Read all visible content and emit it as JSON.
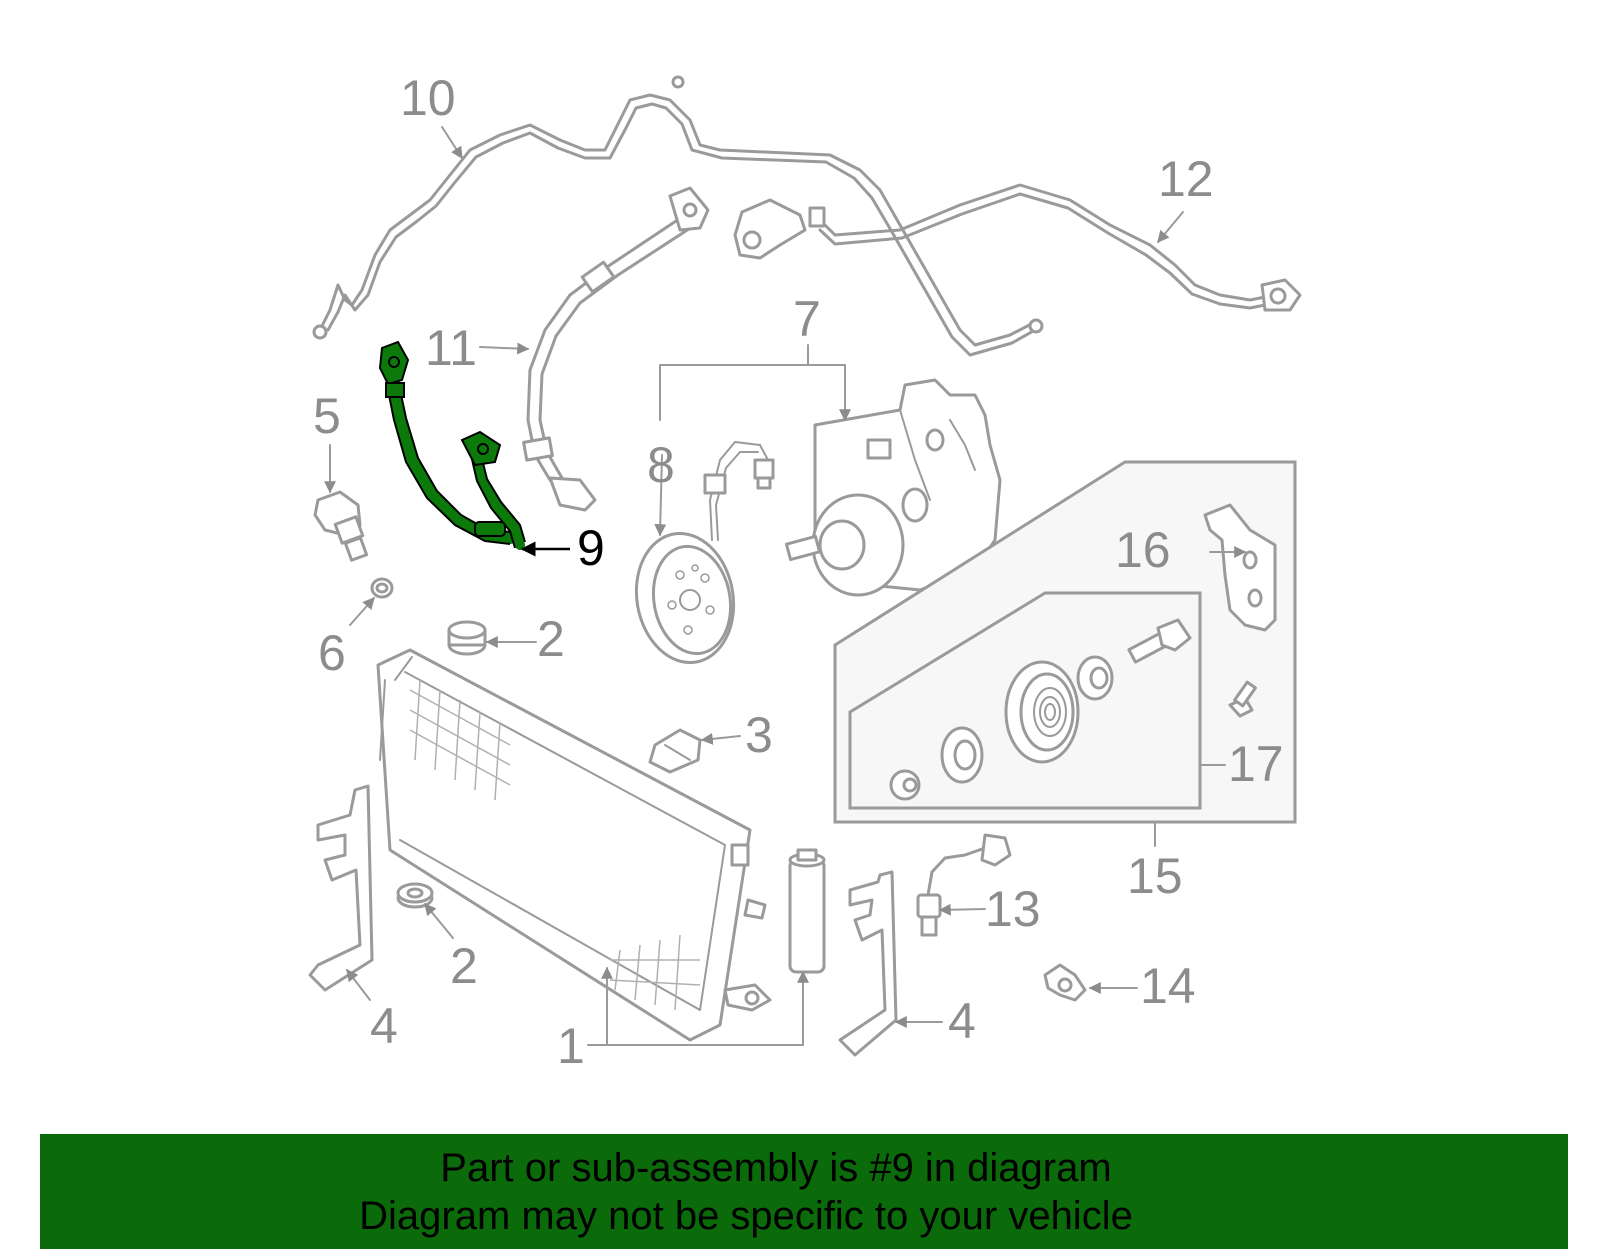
{
  "diagram": {
    "highlight_color": "#0b7a0b",
    "part_color": "#9a9a9a",
    "labels": {
      "p1": "1",
      "p2a": "2",
      "p2b": "2",
      "p3": "3",
      "p4a": "4",
      "p4b": "4",
      "p5": "5",
      "p6": "6",
      "p7": "7",
      "p8": "8",
      "p9": "9",
      "p10": "10",
      "p11": "11",
      "p12": "12",
      "p13": "13",
      "p14": "14",
      "p15": "15",
      "p16": "16",
      "p17": "17"
    }
  },
  "banner": {
    "color": "#0b6b0b",
    "line1": "Part or sub-assembly is #9 in diagram",
    "line2": "Diagram may not be specific to your vehicle"
  }
}
